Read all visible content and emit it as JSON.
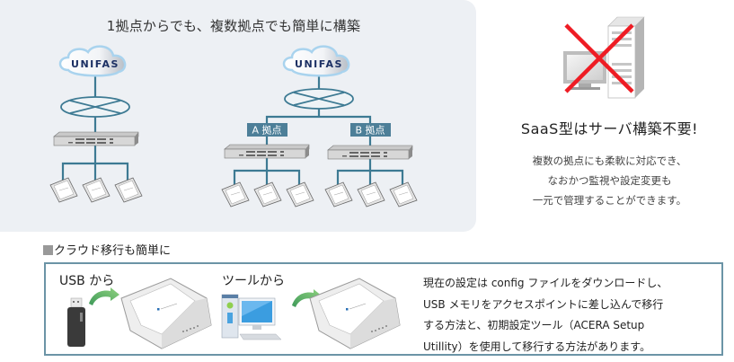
{
  "network_panel": {
    "title": "1拠点からでも、複数拠点でも簡単に構築",
    "single_site": {
      "cloud_label": "UNIFAS",
      "access_point_count": 3
    },
    "multi_site": {
      "cloud_label": "UNIFAS",
      "sites": [
        {
          "label": "A 拠点",
          "access_point_count": 3
        },
        {
          "label": "B 拠点",
          "access_point_count": 3
        }
      ]
    }
  },
  "saas": {
    "icon": "server-crossed-out-icon",
    "title": "SaaS型はサーバ構築不要!",
    "description_lines": [
      "複数の拠点にも柔軟に対応でき、",
      "なおかつ監視や設定変更も",
      "一元で管理することができます。"
    ]
  },
  "migration": {
    "heading": "クラウド移行も簡単に",
    "methods": [
      {
        "label": "USB から",
        "source_icon": "usb-drive-icon",
        "target_icon": "access-point-icon"
      },
      {
        "label": "ツールから",
        "source_icon": "desktop-pc-icon",
        "target_icon": "access-point-icon"
      }
    ],
    "description_lines": [
      "現在の設定は config ファイルをダウンロードし、",
      "USB メモリをアクセスポイントに差し込んで移行",
      "する方法と、初期設定ツール（ACERA Setup",
      "Utillity）を使用して移行する方法があります。"
    ]
  },
  "colors": {
    "panel_bg": "#edf0f4",
    "line": "#3d7a93",
    "site_label_bg": "#4d7f98",
    "cross": "#ee1c24",
    "box_border": "#6b94a6",
    "arrow_green": "#5cb85c"
  }
}
